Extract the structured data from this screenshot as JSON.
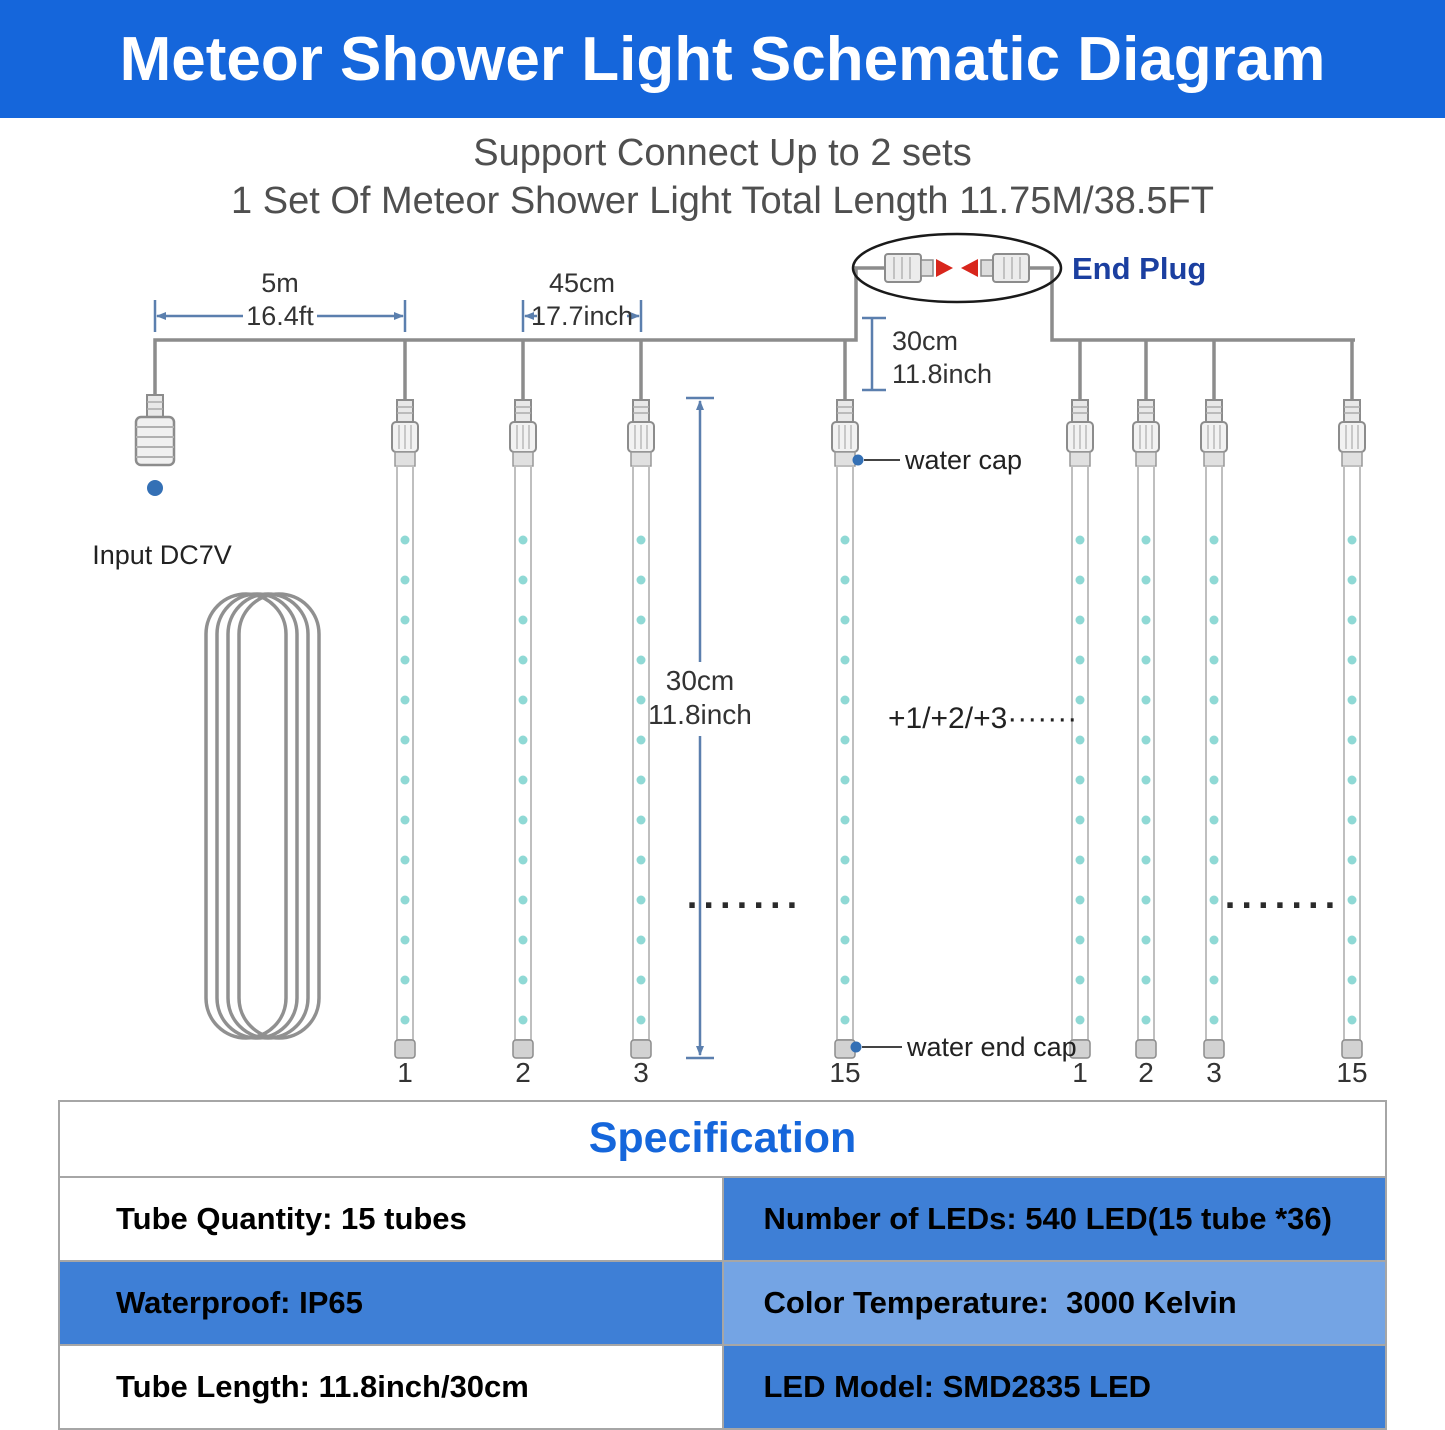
{
  "banner": {
    "title": "Meteor Shower Light Schematic Diagram"
  },
  "subtitle": {
    "line1": "Support Connect Up to 2 sets",
    "line2": "1 Set Of Meteor Shower Light Total Length 11.75M/38.5FT"
  },
  "diagram": {
    "end_plug_label": "End Plug",
    "input_label": "Input DC7V",
    "water_cap_label": "water cap",
    "water_end_cap_label": "water end cap",
    "series_label": "+1/+2/+3·······",
    "dots": "·······",
    "dimensions": {
      "lead": {
        "primary": "5m",
        "secondary": "16.4ft"
      },
      "spacing": {
        "primary": "45cm",
        "secondary": "17.7inch"
      },
      "drop": {
        "primary": "30cm",
        "secondary": "11.8inch"
      },
      "tube_length": {
        "primary": "30cm",
        "secondary": "11.8inch"
      }
    },
    "tube_numbers": [
      "1",
      "2",
      "3",
      "15",
      "1",
      "2",
      "3",
      "15"
    ]
  },
  "table": {
    "header": "Specification",
    "rows": [
      {
        "left": "Tube Quantity: 15 tubes",
        "right": "Number of LEDs: 540 LED(15 tube *36)"
      },
      {
        "left": "Waterproof: IP65",
        "right": "Color Temperature:  3000 Kelvin"
      },
      {
        "left": "Tube Length: 11.8inch/30cm",
        "right": "LED Model: SMD2835 LED"
      }
    ]
  },
  "colors": {
    "banner_blue": "#1566db",
    "table_blue": "#3e7fd6",
    "table_light_blue": "#74a4e4",
    "led_cyan": "#8fd9d5",
    "end_plug_label_blue": "#1b3fa0",
    "arrow_red": "#d8261c",
    "marker_dot_blue": "#3470b5",
    "wire_gray": "#8c8c8c",
    "dimension_blue_gray": "#5b7fae"
  }
}
